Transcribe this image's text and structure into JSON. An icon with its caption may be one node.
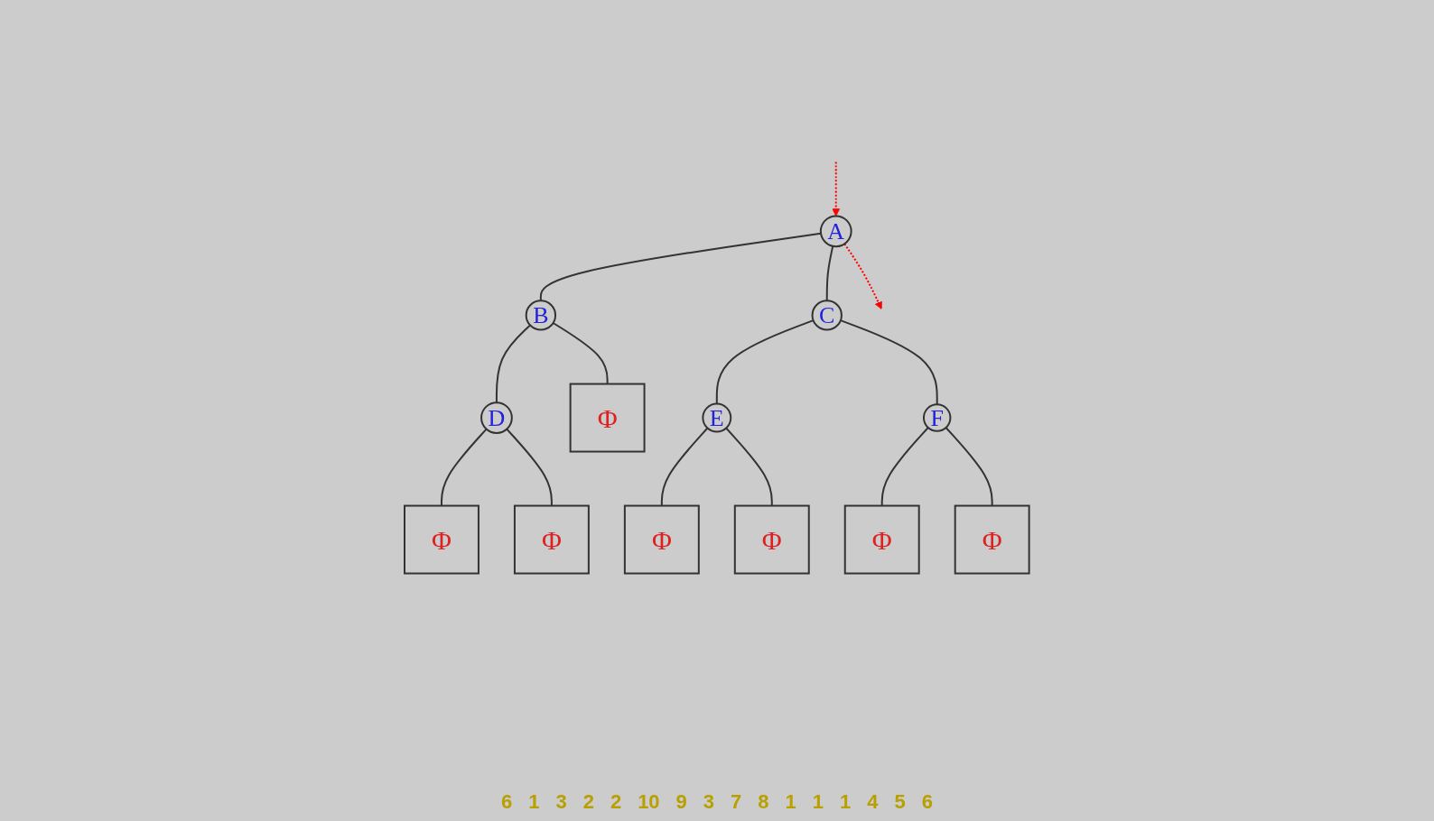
{
  "diagram": {
    "nodes": [
      {
        "text": [
          "A"
        ]
      },
      {
        "text": [
          "B"
        ]
      },
      {
        "text": [
          "C"
        ]
      },
      {
        "text": [
          "D"
        ]
      },
      {
        "text": [
          "Φ"
        ]
      },
      {
        "text": [
          "E"
        ]
      },
      {
        "text": [
          "F"
        ]
      },
      {
        "text": [
          "Φ"
        ]
      },
      {
        "text": [
          "Φ"
        ]
      },
      {
        "text": [
          "Φ"
        ]
      },
      {
        "text": [
          "Φ"
        ]
      },
      {
        "text": [
          "Φ"
        ]
      },
      {
        "text": [
          "Φ"
        ]
      }
    ],
    "edges": [
      {
        "from": null,
        "to": 0,
        "arrow": "to",
        "style": "dashed",
        "color": "#ff0000"
      },
      {
        "from": 0,
        "to": null,
        "arrow": "to",
        "style": "dashed",
        "color": "#ff0000"
      },
      {
        "from": 0,
        "to": 1,
        "arrow": "none"
      },
      {
        "from": 0,
        "to": 2,
        "arrow": "none"
      },
      {
        "from": 1,
        "to": 3,
        "arrow": "none"
      },
      {
        "from": 1,
        "to": 4,
        "arrow": "none"
      },
      {
        "from": 2,
        "to": 5,
        "arrow": "none"
      },
      {
        "from": 2,
        "to": 6,
        "arrow": "none"
      },
      {
        "from": 3,
        "to": 7,
        "arrow": "none"
      },
      {
        "from": 3,
        "to": 8,
        "arrow": "none"
      },
      {
        "from": 5,
        "to": 9,
        "arrow": "none"
      },
      {
        "from": 5,
        "to": 10,
        "arrow": "none"
      },
      {
        "from": 6,
        "to": 11,
        "arrow": "none"
      },
      {
        "from": 6,
        "to": 12,
        "arrow": "none"
      }
    ],
    "labels": [
      "6",
      "1",
      "3",
      "2",
      "2",
      "10",
      "9",
      "3",
      "7",
      "8",
      "1",
      "1",
      "1",
      "4",
      "5",
      "6"
    ]
  }
}
